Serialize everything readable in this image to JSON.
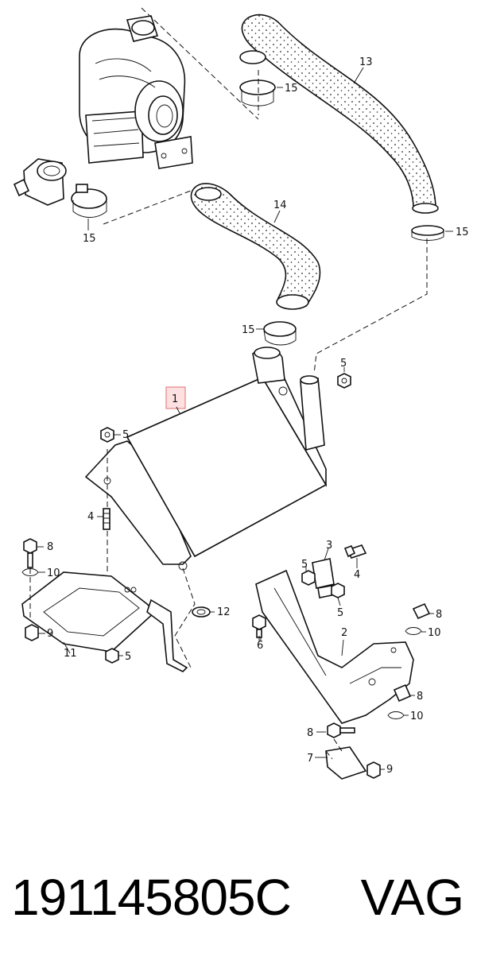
{
  "diagram": {
    "callouts": {
      "c1": "1",
      "c2": "2",
      "c3": "3",
      "c4a": "4",
      "c4b": "4",
      "c5a": "5",
      "c5b": "5",
      "c5c": "5",
      "c5d": "5",
      "c5e": "5",
      "c6": "6",
      "c7": "7",
      "c8a": "8",
      "c8b": "8",
      "c8c": "8",
      "c8d": "8",
      "c9a": "9",
      "c9b": "9",
      "c10a": "10",
      "c10b": "10",
      "c10c": "10",
      "c11": "11",
      "c12": "12",
      "c13": "13",
      "c14": "14",
      "c15a": "15",
      "c15b": "15",
      "c15c": "15",
      "c15d": "15"
    },
    "highlight_color": "#fde0e0"
  },
  "footer": {
    "part_number": "191145805C",
    "brand": "VAG"
  }
}
